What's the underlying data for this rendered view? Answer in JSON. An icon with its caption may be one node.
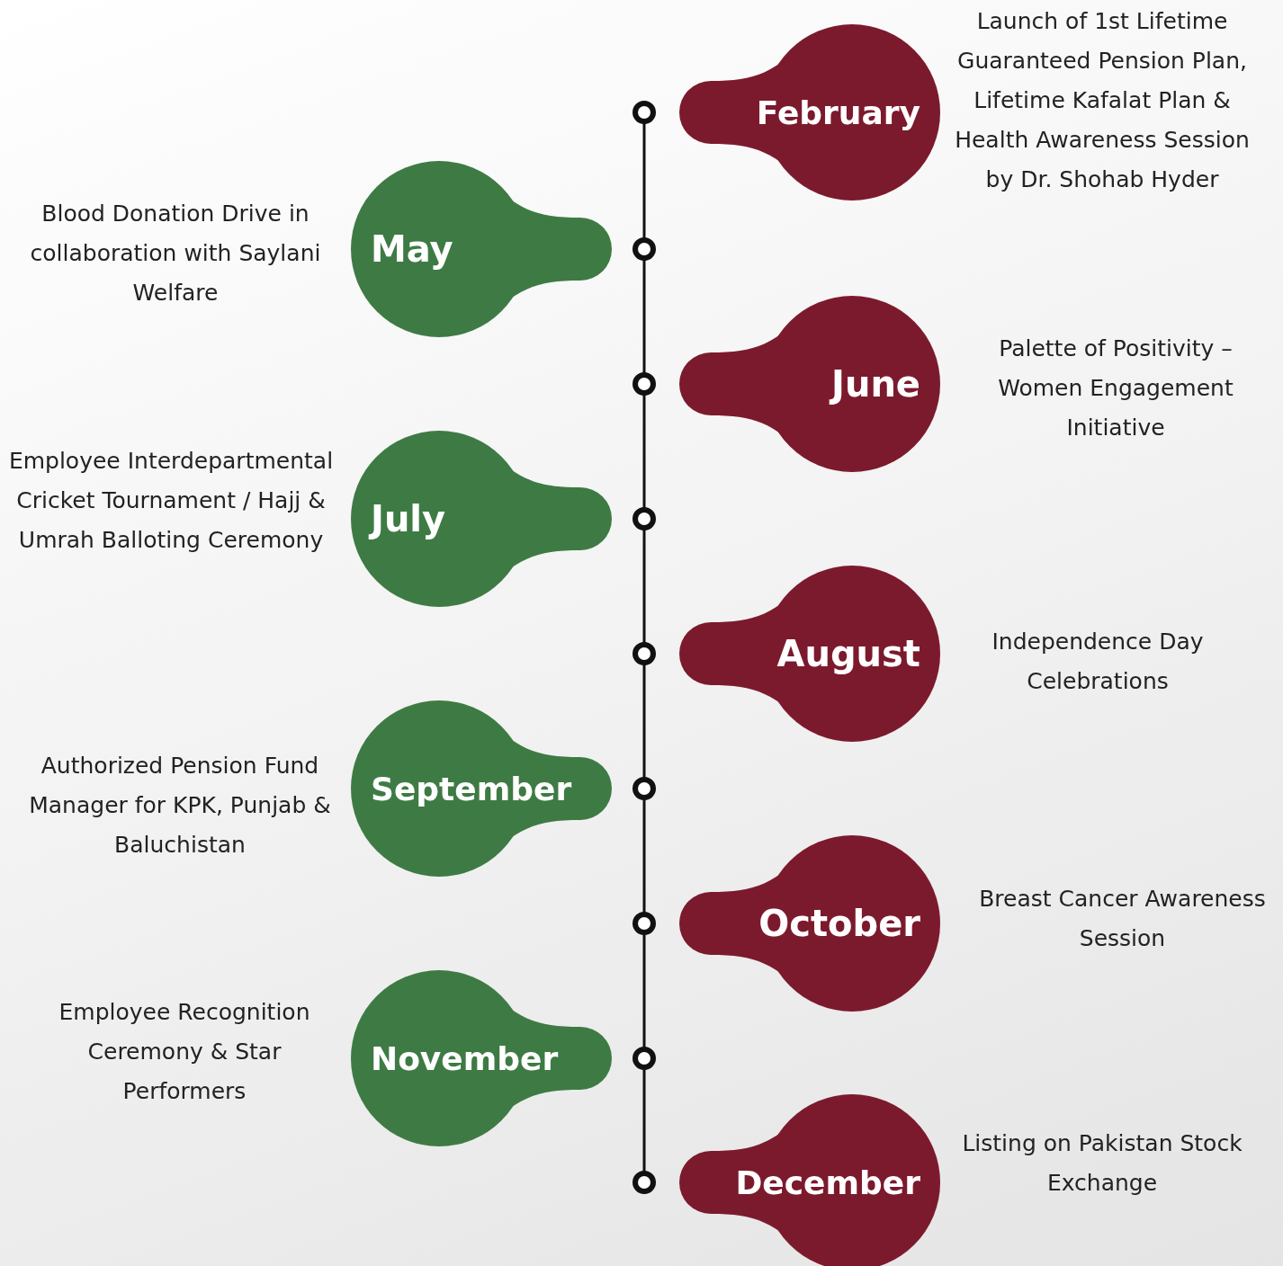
{
  "diagram": {
    "nodes": [
      {
        "text": [
          "February"
        ],
        "beside": [
          "Launch of 1st Lifetime Guaranteed Pension Plan, Lifetime Kafalat Plan &",
          "Health Awareness Session by Dr. Shohab Hyder"
        ]
      },
      {
        "text": [
          "May"
        ],
        "beside": [
          "Blood Donation Drive in collaboration with Saylani Welfare"
        ]
      },
      {
        "text": [
          "June"
        ],
        "beside": [
          "Palette of Positivity – Women Engagement Initiative"
        ]
      },
      {
        "text": [
          "July"
        ],
        "beside": [
          "Employee Interdepartmental Cricket Tournament / Hajj & Umrah Balloting Ceremony"
        ]
      },
      {
        "text": [
          "August"
        ],
        "beside": [
          "Independence Day Celebrations"
        ]
      },
      {
        "text": [
          "September"
        ],
        "beside": [
          "Authorized Pension Fund Manager for KPK, Punjab & Baluchistan"
        ]
      },
      {
        "text": [
          "October"
        ],
        "beside": [
          "Breast Cancer Awareness Session"
        ]
      },
      {
        "text": [
          "November"
        ],
        "beside": [
          "Employee Recognition Ceremony & Star Performers"
        ]
      },
      {
        "text": [
          "December"
        ],
        "beside": [
          "Listing on Pakistan Stock Exchange"
        ]
      }
    ]
  }
}
